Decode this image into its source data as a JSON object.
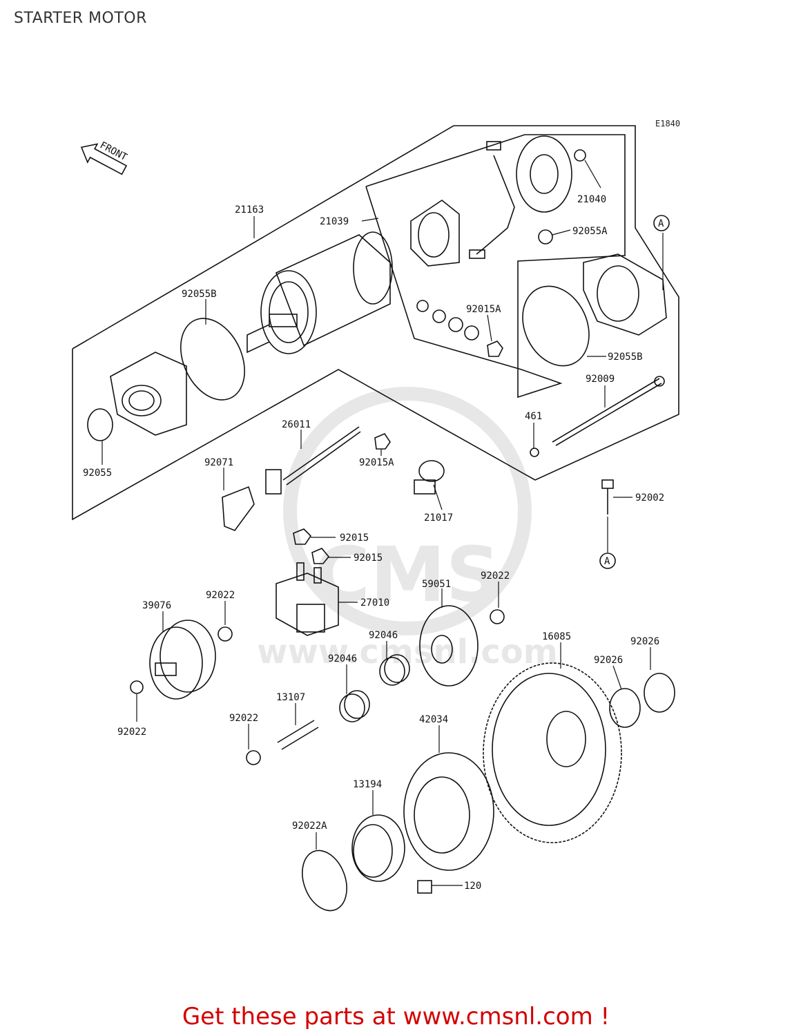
{
  "header": {
    "title": "STARTER MOTOR",
    "diagram_code": "E1840"
  },
  "labels": {
    "l21163": "21163",
    "l21039": "21039",
    "l21040": "21040",
    "l92055A": "92055A",
    "l92055B_left": "92055B",
    "l92055B_right": "92055B",
    "l92015A_top": "92015A",
    "l92009": "92009",
    "l461": "461",
    "l26011": "26011",
    "l92071": "92071",
    "l92015A_mid": "92015A",
    "l21017": "21017",
    "l92055": "92055",
    "l92002": "92002",
    "l92015_a": "92015",
    "l92015_b": "92015",
    "l27010": "27010",
    "l39076": "39076",
    "l92022_a": "92022",
    "l92022_b": "92022",
    "l92022_c": "92022",
    "l92022_d": "92022",
    "l59051": "59051",
    "l92046_a": "92046",
    "l92046_b": "92046",
    "l13107": "13107",
    "l16085": "16085",
    "l92026_a": "92026",
    "l92026_b": "92026",
    "l42034": "42034",
    "l13194": "13194",
    "l92022A": "92022A",
    "l120": "120",
    "circleA_top": "A",
    "circleA_bottom": "A",
    "front_arrow": "FRONT"
  },
  "footer": {
    "text": "Get these parts at www.cmsnl.com !"
  },
  "watermark": {
    "text": "CMS",
    "url_text": "www.cmsnl.com"
  },
  "colors": {
    "line": "#111111",
    "footer": "#d40000"
  }
}
